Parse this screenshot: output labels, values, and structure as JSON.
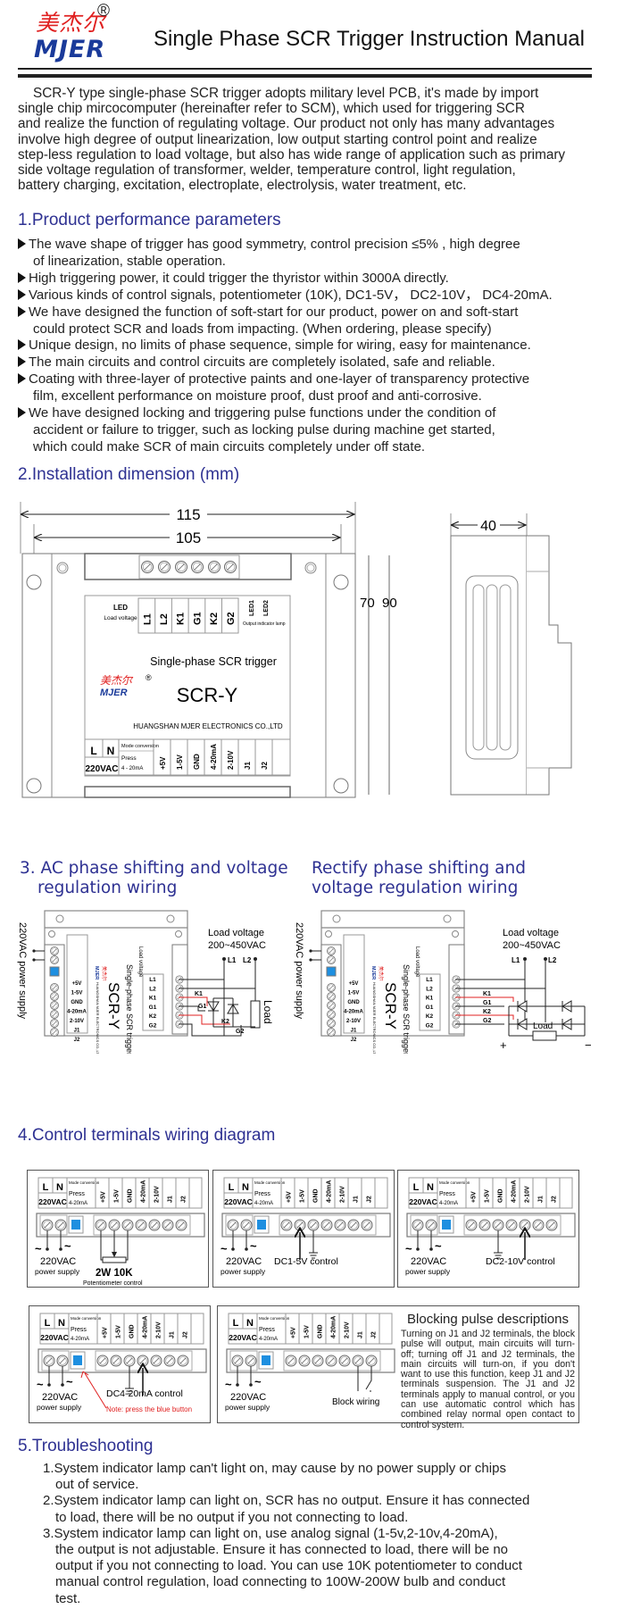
{
  "header": {
    "logo_cn": "美杰尔",
    "logo_en": "MJER",
    "logo_registered": "®",
    "title": "Single Phase SCR Trigger Instruction Manual"
  },
  "intro": {
    "lines": [
      "    SCR-Y type single-phase SCR trigger adopts military level PCB, it's made by import",
      "single chip mircocomputer (hereinafter refer to SCM), which used for triggering SCR",
      "and realize the function of regulating voltage. Our product not only has many advantages",
      "involve high degree of output linearization, low output starting control point and realize",
      "step-less regulation to load voltage, but also has wide range of application such as primary",
      "side voltage regulation of transformer, welder, temperature control, light regulation,",
      "battery charging, excitation, electroplate, electrolysis, water treatment, etc."
    ]
  },
  "section1": {
    "heading": "1.Product performance parameters",
    "bullets": [
      [
        "The wave shape of trigger has good symmetry, control precision ≤5% , high degree",
        "of linearization, stable operation."
      ],
      [
        "High triggering power, it could trigger the thyristor within 3000A directly."
      ],
      [
        "Various kinds of control signals, potentiometer (10K), DC1-5V， DC2-10V， DC4-20mA."
      ],
      [
        "We have designed the function of soft-start for our product, power on and soft-start",
        "could protect SCR and loads from impacting. (When ordering, please specify)"
      ],
      [
        "Unique design, no limits of phase sequence, simple for wiring, easy for maintenance."
      ],
      [
        "The main circuits and control circuits are completely isolated, safe and reliable."
      ],
      [
        "Coating with three-layer of protective paints and one-layer of transparency protective",
        "film, excellent performance on moisture proof, dust proof and anti-corrosive."
      ],
      [
        "We have designed locking and triggering pulse functions under the condition of",
        "accident or failure to trigger, such as locking pulse during machine get started,",
        "which could make SCR of main circuits completely under off state."
      ]
    ]
  },
  "section2": {
    "heading": "2.Installation dimension (mm)",
    "dim_width_outer": "115",
    "dim_width_inner": "105",
    "dim_height": "70  90",
    "dim_depth": "40",
    "device": {
      "led_label": "LED",
      "load_voltage_label": "Load voltage",
      "top_terminals": [
        "L1",
        "L2",
        "K1",
        "G1",
        "K2",
        "G2"
      ],
      "led1": "LED1",
      "led2": "LED2",
      "output_lamp_label": "Output indicator lamp",
      "product_desc": "Single-phase SCR trigger",
      "model": "SCR-Y",
      "manufacturer": "HUANGSHAN MJER ELECTRONICS CO.,LTD",
      "l_label": "L",
      "n_label": "N",
      "supply_label": "220VAC",
      "mode_conversion": "Mode conversion",
      "press_label": "Press",
      "press_value": "4 - 20mA",
      "bottom_terminals": [
        "+5V",
        "1-5V",
        "GND",
        "4-20mA",
        "2-10V",
        "J1",
        "J2"
      ]
    }
  },
  "section3": {
    "left_heading_1": "3. AC phase shifting and voltage",
    "left_heading_2": "regulation wiring",
    "right_heading_1": "Rectify phase shifting and",
    "right_heading_2": "voltage regulation wiring",
    "power_supply_label": "220VAC power supply",
    "load_voltage": "Load voltage",
    "load_voltage_range": "200~450VAC",
    "l1": "L1",
    "l2": "L2",
    "k1": "K1",
    "g1": "G1",
    "k2": "K2",
    "g2": "G2",
    "load": "Load",
    "plus": "+",
    "minus": "−"
  },
  "section4": {
    "heading": "4.Control terminals wiring diagram",
    "panel_common": {
      "l": "L",
      "n": "N",
      "supply": "220VAC",
      "mode_conversion": "Mode conversion",
      "press": "Press",
      "press_value": "4-20mA",
      "terminals": [
        "+5V",
        "1-5V",
        "GND",
        "4-20mA",
        "2-10V",
        "J1",
        "J2"
      ],
      "power_label": "220VAC",
      "power_sublabel": "power supply"
    },
    "panels": [
      {
        "control_label": "2W 10K",
        "sub_label": "Potentiometer control"
      },
      {
        "control_label": "DC1-5V control"
      },
      {
        "control_label": "DC2-10V control"
      },
      {
        "control_label": "DC4-20mA control",
        "note": "Note: press the blue button"
      },
      {
        "control_label": "Block wiring"
      }
    ],
    "blocking": {
      "title": "Blocking pulse descriptions",
      "body": "Turning on J1 and J2 terminals, the block pulse will output, main circuits will turn-off; turning off J1 and J2 terminals, the main circuits will turn-on, if you don't want to use this function, keep J1 and J2 terminals suspension. The J1 and J2 terminals apply to manual control, or you can use automatic control which has combined relay normal open contact to control system."
    },
    "colors": {
      "button": "#1e8fe0",
      "note": "#e02020"
    }
  },
  "section5": {
    "heading": "5.Troubleshooting",
    "items": [
      [
        "1.System indicator lamp can't light on, may cause by no power supply or chips",
        "out of service."
      ],
      [
        "2.System indicator lamp can light on, SCR has no output. Ensure it has connected",
        "to load, there will be no output if you not connecting to load."
      ],
      [
        "3.System indicator lamp can light on, use analog signal (1-5v,2-10v,4-20mA),",
        "the output is not adjustable. Ensure it has connected to load, there will be no",
        "output if you not connecting to load. You can use 10K potentiometer to conduct",
        "manual control regulation, load connecting to 100W-200W bulb and conduct",
        "test."
      ]
    ]
  }
}
